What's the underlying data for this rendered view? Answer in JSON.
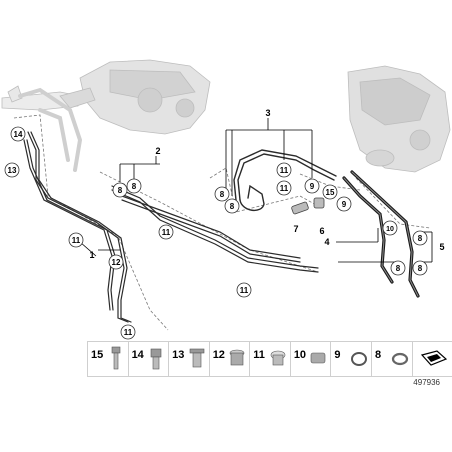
{
  "callouts": {
    "c1": "1",
    "c2": "2",
    "c3": "3",
    "c4": "4",
    "c5": "5",
    "c6": "6",
    "c7": "7",
    "c8": "8",
    "c9": "9",
    "c10": "10",
    "c11": "11",
    "c12": "12",
    "c13": "13",
    "c14": "14",
    "c15": "15"
  },
  "parts_table": [
    {
      "num": "15",
      "icon": "bolt-icon"
    },
    {
      "num": "14",
      "icon": "hex-nut-icon"
    },
    {
      "num": "13",
      "icon": "flange-nut-icon"
    },
    {
      "num": "12",
      "icon": "spacer-sleeve-icon"
    },
    {
      "num": "11",
      "icon": "grommet-icon"
    },
    {
      "num": "10",
      "icon": "clip-icon"
    },
    {
      "num": "9",
      "icon": "hose-clamp-icon"
    },
    {
      "num": "8",
      "icon": "spring-clamp-icon"
    },
    {
      "num": "",
      "icon": "cover-plate-icon"
    }
  ],
  "figure_id": "497936"
}
